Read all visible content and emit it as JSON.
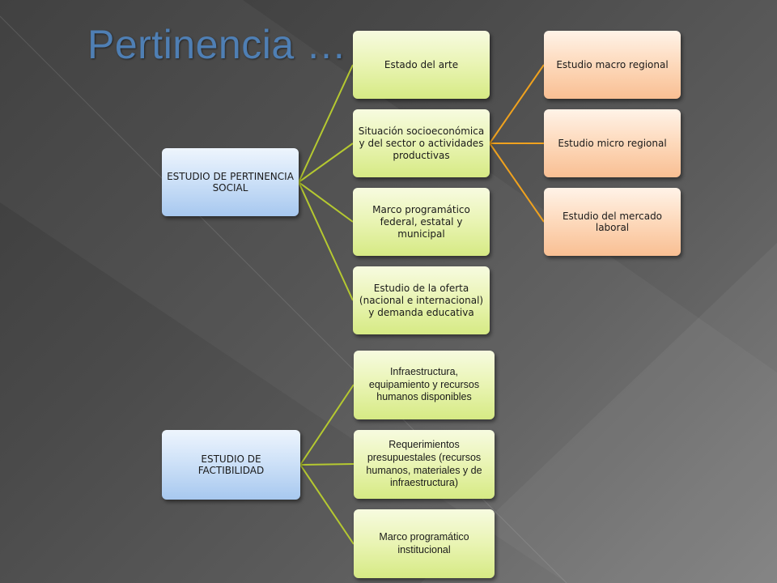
{
  "title": "Pertinencia …",
  "pertinencia": {
    "root": "ESTUDIO DE PERTINENCIA SOCIAL",
    "children": [
      "Estado del arte",
      "Situación socioeconómica y del sector o actividades productivas",
      "Marco programático federal, estatal y municipal",
      "Estudio de la oferta (nacional e internacional) y demanda educativa"
    ],
    "socio_children": [
      "Estudio macro regional",
      "Estudio micro regional",
      "Estudio del mercado laboral"
    ]
  },
  "factibilidad": {
    "root": "ESTUDIO DE FACTIBILIDAD",
    "children": [
      "Infraestructura, equipamiento y recursos humanos disponibles",
      "Requerimientos presupuestales  (recursos humanos, materiales y de infraestructura)",
      "Marco programático institucional"
    ]
  },
  "colors": {
    "title": "#4f7fb4",
    "green_connector": "#b5c930",
    "orange_connector": "#f0a21e"
  }
}
